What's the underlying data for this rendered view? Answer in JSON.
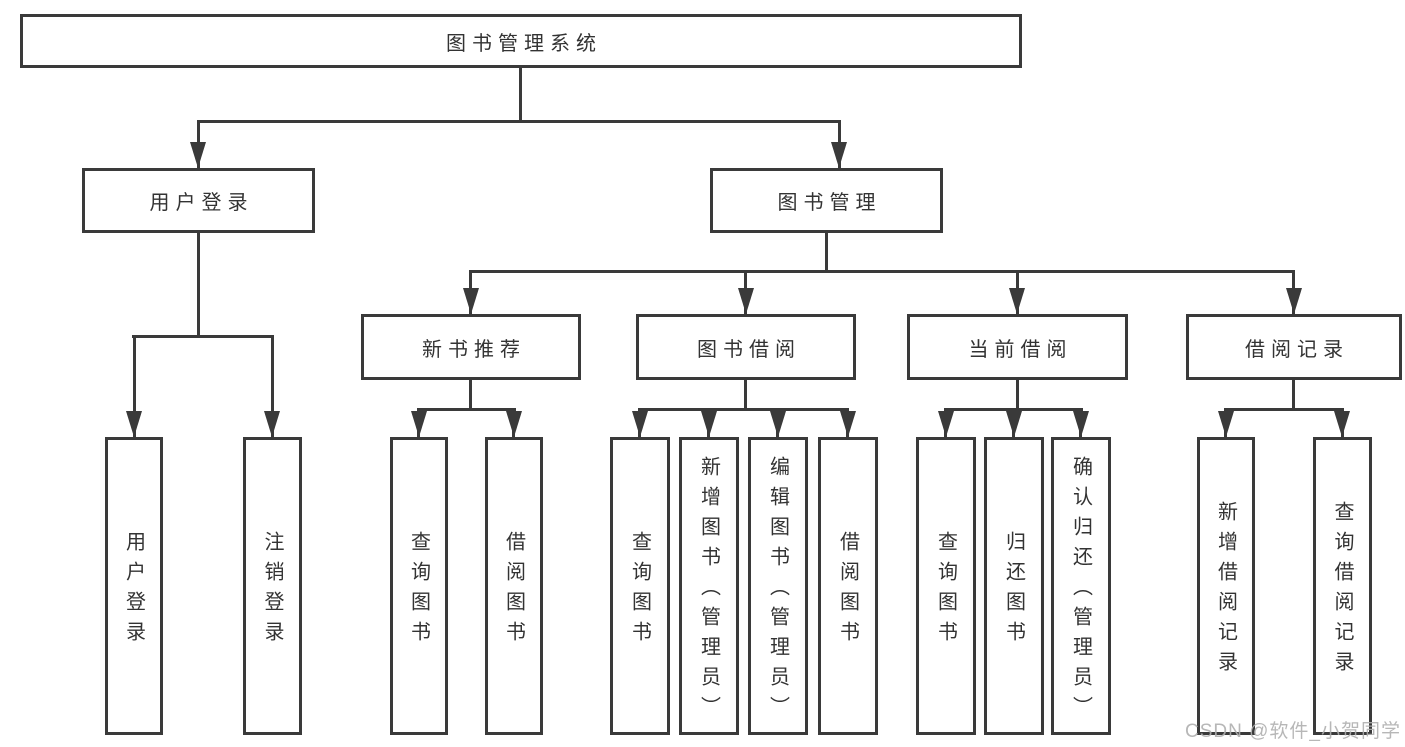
{
  "diagram": {
    "colors": {
      "line": "#3a3a3a",
      "text": "#333333",
      "background": "#ffffff",
      "watermark": "#b0b0b0"
    },
    "watermark": "CSDN @软件_小贺同学",
    "tree": {
      "label": "图书管理系统",
      "children": [
        {
          "label": "用户登录",
          "children": [
            {
              "label": "用户登录"
            },
            {
              "label": "注销登录"
            }
          ]
        },
        {
          "label": "图书管理",
          "children": [
            {
              "label": "新书推荐",
              "children": [
                {
                  "label": "查询图书"
                },
                {
                  "label": "借阅图书"
                }
              ]
            },
            {
              "label": "图书借阅",
              "children": [
                {
                  "label": "查询图书"
                },
                {
                  "label": "新增图书（管理员）"
                },
                {
                  "label": "编辑图书（管理员）"
                },
                {
                  "label": "借阅图书"
                }
              ]
            },
            {
              "label": "当前借阅",
              "children": [
                {
                  "label": "查询图书"
                },
                {
                  "label": "归还图书"
                },
                {
                  "label": "确认归还（管理员）"
                }
              ]
            },
            {
              "label": "借阅记录",
              "children": [
                {
                  "label": "新增借阅记录"
                },
                {
                  "label": "查询借阅记录"
                }
              ]
            }
          ]
        }
      ]
    }
  }
}
